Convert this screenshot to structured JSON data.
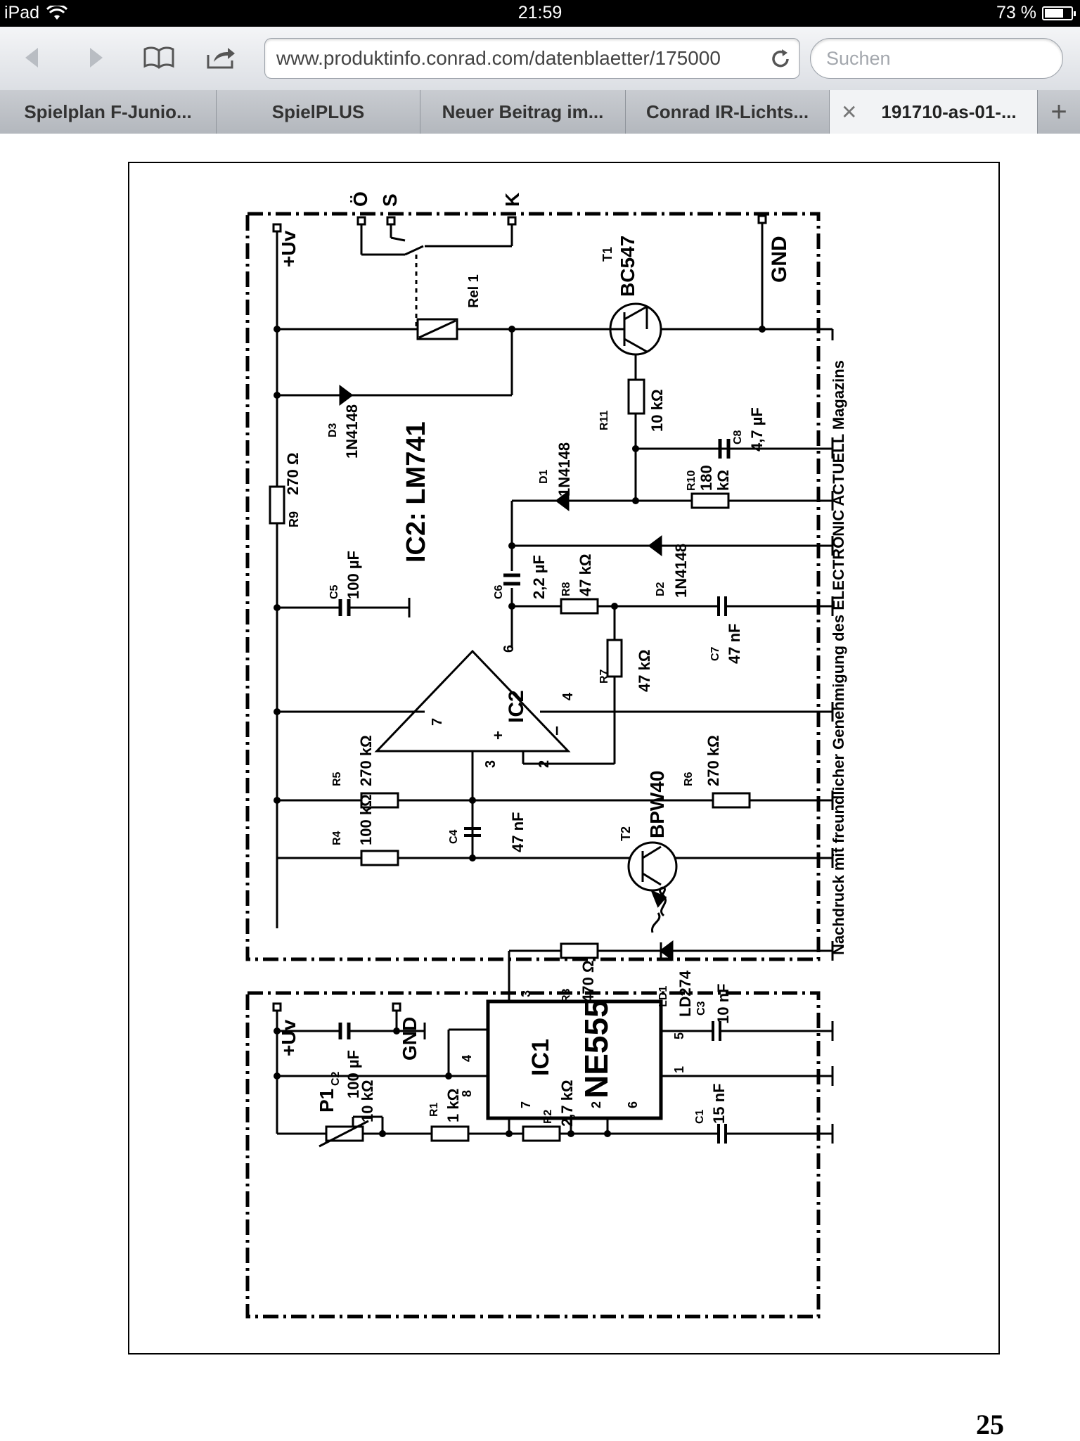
{
  "status_bar": {
    "device": "iPad",
    "time": "21:59",
    "battery": "73 %",
    "battery_level": 0.73
  },
  "browser": {
    "url": "www.produktinfo.conrad.com/datenblaetter/175000",
    "search_placeholder": "Suchen",
    "tabs": [
      {
        "label": "Spielplan F-Junio..."
      },
      {
        "label": "SpielPLUS"
      },
      {
        "label": "Neuer Beitrag im..."
      },
      {
        "label": "Conrad IR-Lichts..."
      },
      {
        "label": "191710-as-01-..."
      }
    ],
    "new_tab": "+"
  },
  "document": {
    "page_number": "25",
    "schematic": {
      "credit": "Nachdruck mit freundlicher Genehmigung des ELECTRONIC ACTUELL Magazins",
      "receiver": {
        "terminals": {
          "supply": "+Uv",
          "o": "Ö",
          "s": "S",
          "k": "K",
          "ground": "GND"
        },
        "ic_note": "IC2: LM741",
        "ic_label": "IC2",
        "opamp_plus": "+",
        "opamp_minus": "−",
        "pins": {
          "p2": "2",
          "p3": "3",
          "p4": "4",
          "p6": "6",
          "p7": "7"
        },
        "relay": "Rel 1",
        "t1": {
          "ref": "T1",
          "type": "BC547"
        },
        "t2": {
          "ref": "T2",
          "type": "BPW40"
        },
        "r4": {
          "ref": "R4",
          "value": "100 kΩ"
        },
        "r5": {
          "ref": "R5",
          "value": "270 kΩ"
        },
        "r6": {
          "ref": "R6",
          "value": "270 kΩ"
        },
        "r7": {
          "ref": "R7",
          "value": "47 kΩ"
        },
        "r8": {
          "ref": "R8",
          "value": "47 kΩ"
        },
        "r9": {
          "ref": "R9",
          "value": "270 Ω"
        },
        "r10": {
          "ref": "R10",
          "value1": "180",
          "value2": "kΩ"
        },
        "r11": {
          "ref": "R11",
          "value": "10 kΩ"
        },
        "c4": {
          "ref": "C4",
          "value": "47 nF"
        },
        "c5": {
          "ref": "C5",
          "value": "100 µF"
        },
        "c6": {
          "ref": "C6",
          "value": "2,2 µF"
        },
        "c7": {
          "ref": "C7",
          "value": "47 nF"
        },
        "c8": {
          "ref": "C8",
          "value": "4,7 µF"
        },
        "d1": {
          "ref": "D1",
          "type": "1N4148"
        },
        "d2": {
          "ref": "D2",
          "type": "1N4148"
        },
        "d3": {
          "ref": "D3",
          "type": "1N4148"
        }
      },
      "transmitter": {
        "terminals": {
          "supply": "+Uv",
          "ground": "GND"
        },
        "ic_ref": "IC1",
        "ic_type": "NE555",
        "pins": {
          "p1": "1",
          "p2": "2",
          "p3": "3",
          "p4": "4",
          "p5": "5",
          "p6": "6",
          "p7": "7",
          "p8": "8"
        },
        "p1": {
          "ref": "P1",
          "value": "10 kΩ"
        },
        "r1": {
          "ref": "R1",
          "value": "1 kΩ"
        },
        "r2": {
          "ref": "R2",
          "value": "2,7 kΩ"
        },
        "r3": {
          "ref": "R3",
          "value": "470 Ω"
        },
        "c1": {
          "ref": "C1",
          "value": "15 nF"
        },
        "c2": {
          "ref": "C2",
          "value": "100 µF"
        },
        "c3": {
          "ref": "C3",
          "value": "10 nF"
        },
        "ld1": {
          "ref": "LD1",
          "type": "LD274"
        }
      }
    }
  }
}
